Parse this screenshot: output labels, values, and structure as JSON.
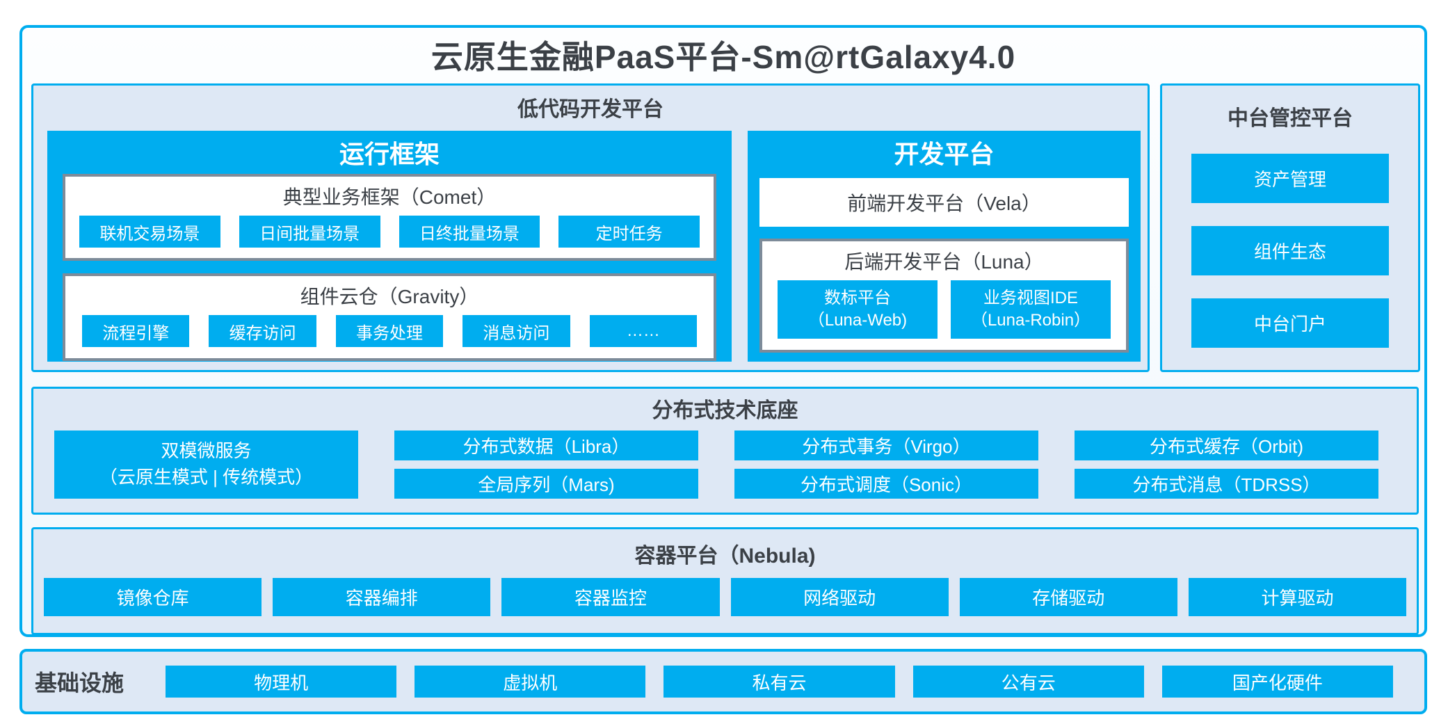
{
  "title": "云原生金融PaaS平台-Sm@rtGalaxy4.0",
  "colors": {
    "accent_blue": "#00ADEF",
    "panel_fill": "#DEE8F5",
    "gray_border": "#7D8B99",
    "dark_text": "#3B4046",
    "button_text": "#FFFFFF"
  },
  "low_code": {
    "title": "低代码开发平台",
    "runtime": {
      "title": "运行框架",
      "comet": {
        "title": "典型业务框架（Comet）",
        "items": [
          "联机交易场景",
          "日间批量场景",
          "日终批量场景",
          "定时任务"
        ]
      },
      "gravity": {
        "title": "组件云仓（Gravity）",
        "items": [
          "流程引擎",
          "缓存访问",
          "事务处理",
          "消息访问",
          "……"
        ]
      }
    },
    "dev": {
      "title": "开发平台",
      "vela": "前端开发平台（Vela）",
      "luna": {
        "title": "后端开发平台（Luna）",
        "items": [
          {
            "line1": "数标平台",
            "line2": "（Luna-Web)"
          },
          {
            "line1": "业务视图IDE",
            "line2": "（Luna-Robin）"
          }
        ]
      }
    }
  },
  "mid_platform": {
    "title": "中台管控平台",
    "items": [
      "资产管理",
      "组件生态",
      "中台门户"
    ]
  },
  "distributed": {
    "title": "分布式技术底座",
    "dual_mode": {
      "line1": "双模微服务",
      "line2": "（云原生模式 | 传统模式）"
    },
    "columns": [
      {
        "top": "分布式数据（Libra）",
        "bottom": "全局序列（Mars)"
      },
      {
        "top": "分布式事务（Virgo）",
        "bottom": "分布式调度（Sonic）"
      },
      {
        "top": "分布式缓存（Orbit)",
        "bottom": "分布式消息（TDRSS）"
      }
    ]
  },
  "container_platform": {
    "title": "容器平台（Nebula)",
    "items": [
      "镜像仓库",
      "容器编排",
      "容器监控",
      "网络驱动",
      "存储驱动",
      "计算驱动"
    ]
  },
  "infrastructure": {
    "title": "基础设施",
    "items": [
      "物理机",
      "虚拟机",
      "私有云",
      "公有云",
      "国产化硬件"
    ]
  }
}
